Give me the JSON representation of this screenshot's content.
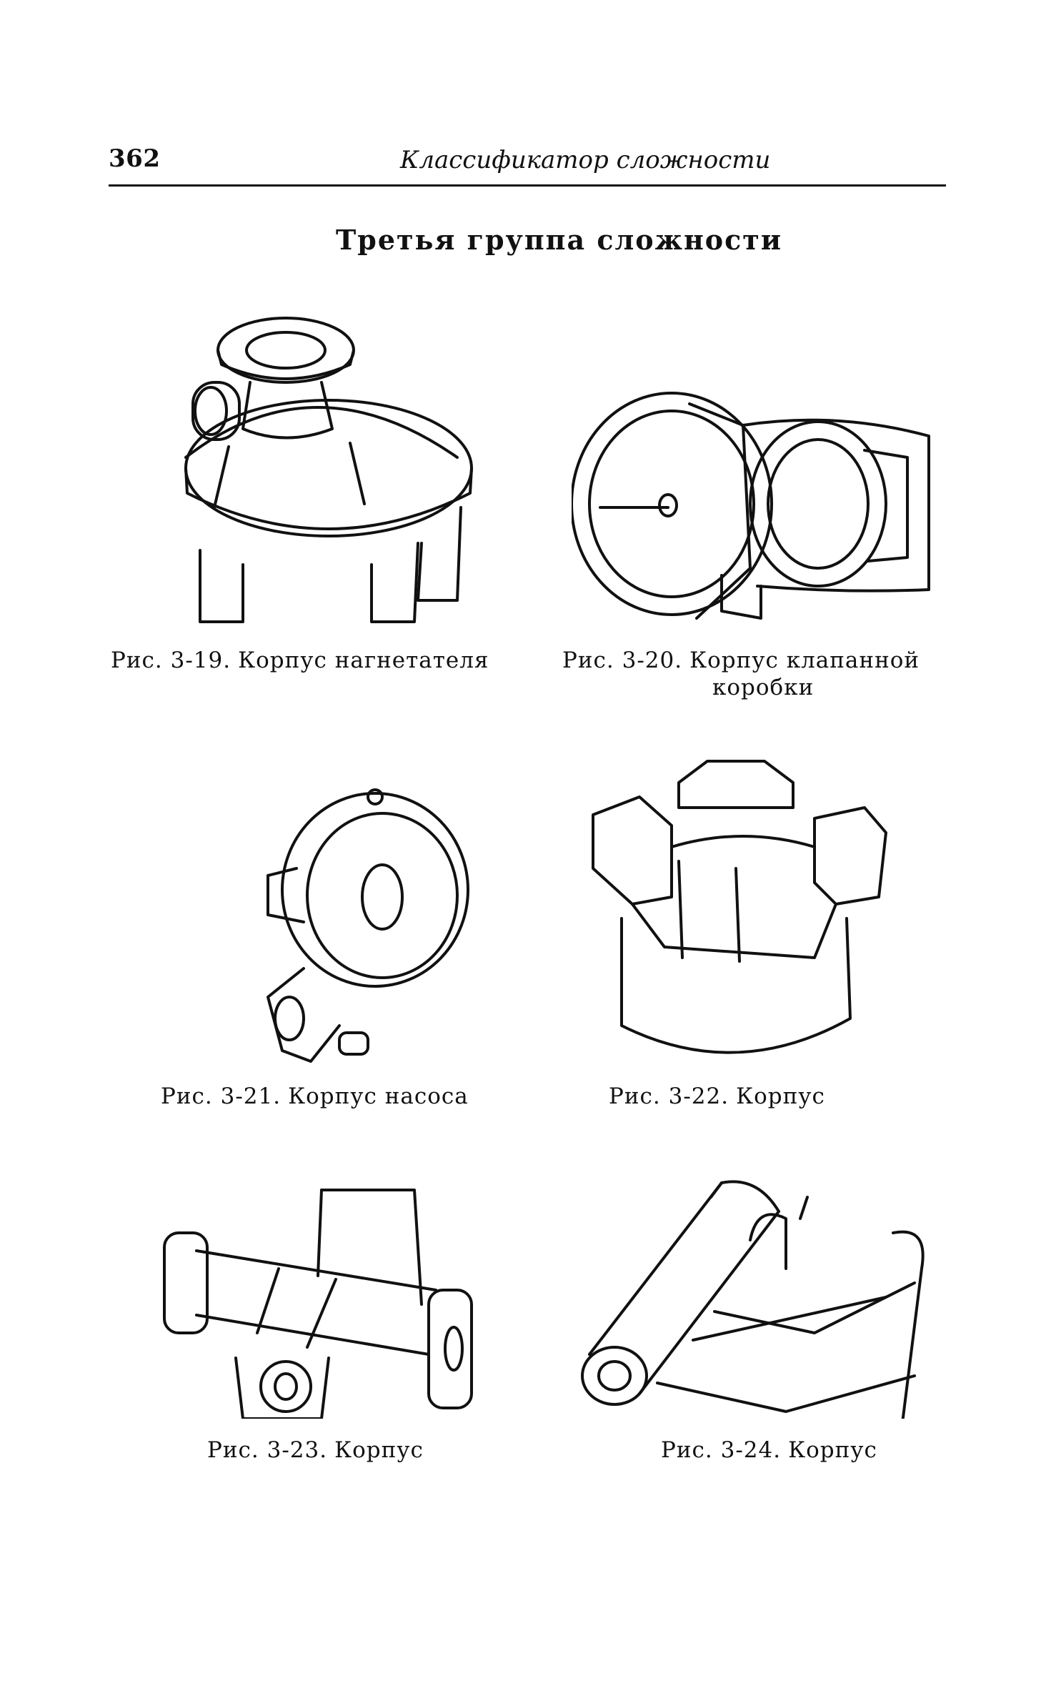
{
  "header": {
    "page_number": "362",
    "running_head": "Классификатор сложности"
  },
  "section_title": "Третья группа сложности",
  "figures": [
    {
      "label": "Рис. 3-19.",
      "caption": "Корпус нагнетателя"
    },
    {
      "label": "Рис. 3-20.",
      "caption": "Корпус клапанной",
      "caption_cont": "коробки"
    },
    {
      "label": "Рис. 3-21.",
      "caption": "Корпус насоса"
    },
    {
      "label": "Рис. 3-22.",
      "caption": "Корпус"
    },
    {
      "label": "Рис. 3-23.",
      "caption": "Корпус"
    },
    {
      "label": "Рис. 3-24.",
      "caption": "Корпус"
    }
  ]
}
